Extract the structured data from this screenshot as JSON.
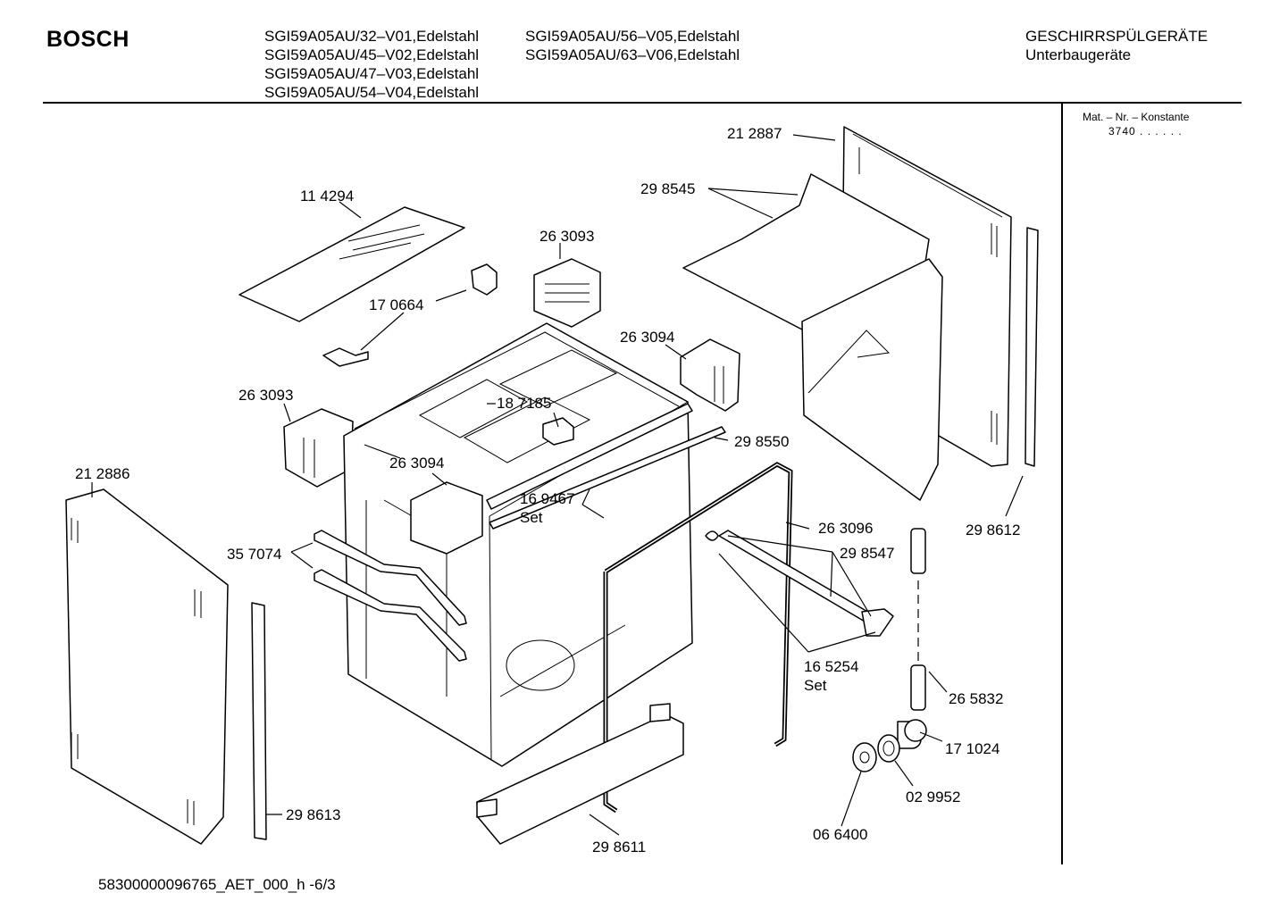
{
  "header": {
    "brand": "BOSCH",
    "models_col1": [
      "SGI59A05AU/32–V01,Edelstahl",
      "SGI59A05AU/45–V02,Edelstahl",
      "SGI59A05AU/47–V03,Edelstahl",
      "SGI59A05AU/54–V04,Edelstahl"
    ],
    "models_col2": [
      "SGI59A05AU/56–V05,Edelstahl",
      "SGI59A05AU/63–V06,Edelstahl"
    ],
    "category": "GESCHIRRSPÜLGERÄTE",
    "subcategory": "Unterbaugeräte"
  },
  "sidebar": {
    "mat_title": "Mat. – Nr. – Konstante",
    "mat_value": "3740  .  .  .  .  .  ."
  },
  "parts": [
    "21 2887",
    "29 8545",
    "11 4294",
    "26 3093",
    "17 0664",
    "26 3094",
    "26 3093",
    "18 7185",
    "29 8550",
    "26 3094",
    "21 2886",
    "16 9467",
    "Set",
    "26 3096",
    "29 8612",
    "35 7074",
    "29 8547",
    "16 5254",
    "Set",
    "26 5832",
    "17 1024",
    "02 9952",
    "06 6400",
    "29 8613",
    "29 8611"
  ],
  "footer": {
    "doc_id": "58300000096765_AET_000_h  -6/3"
  }
}
